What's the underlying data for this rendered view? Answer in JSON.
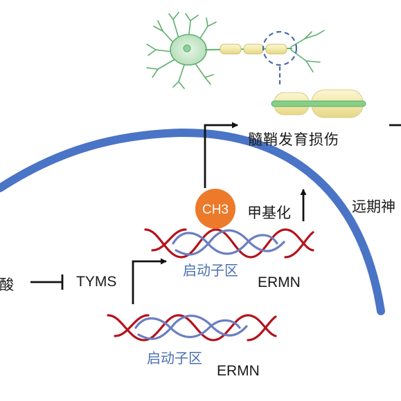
{
  "labels": {
    "myelin_damage": "髓鞘发育损伤",
    "methylation": "甲基化",
    "long_term": "远期神",
    "acid": "叶酸",
    "tyms": "TYMS",
    "promoter_upper": "启动子区",
    "ermn_upper": "ERMN",
    "promoter_lower": "启动子区",
    "ermn_lower": "ERMN",
    "ch3": "CH3"
  },
  "colors": {
    "membrane": "#4a74c6",
    "dna_red": "#b5121b",
    "dna_blue": "#6b7fc0",
    "ch3_fill": "#ec7a2a",
    "neuron_green": "#5cae6e",
    "myelin": "#efe6a8",
    "arrow": "#111111"
  }
}
